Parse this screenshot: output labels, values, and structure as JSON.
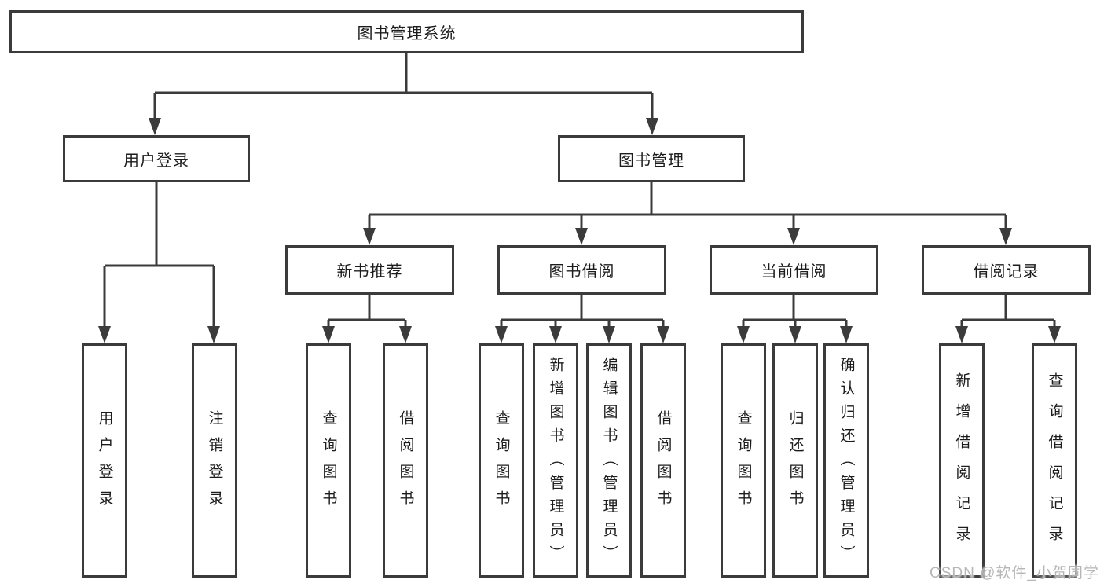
{
  "watermark": "CSDN @软件_小贺同学",
  "palette": {
    "line": "#3b3b3b",
    "text": "#1c1c1c",
    "background": "#ffffff",
    "watermark_gray": "#b2b2b2"
  },
  "nodes": {
    "root": "图书管理系统",
    "user_login": "用户登录",
    "user_login_leaf": "用户登录",
    "logout_leaf": "注销登录",
    "book_management": "图书管理",
    "new_book_recommend": "新书推荐",
    "nbr_query_book": "查询图书",
    "nbr_borrow_book": "借阅图书",
    "book_borrowing": "图书借阅",
    "bb_query_book": "查询图书",
    "bb_add_book_admin": "新增图书（管理员）",
    "bb_edit_book_admin": "编辑图书（管理员）",
    "bb_borrow_book": "借阅图书",
    "current_borrowing": "当前借阅",
    "cb_query_book": "查询图书",
    "cb_return_book": "归还图书",
    "cb_confirm_return_admin": "确认归还（管理员）",
    "borrow_records": "借阅记录",
    "br_add_record": "新增借阅记录",
    "br_query_record": "查询借阅记录"
  }
}
